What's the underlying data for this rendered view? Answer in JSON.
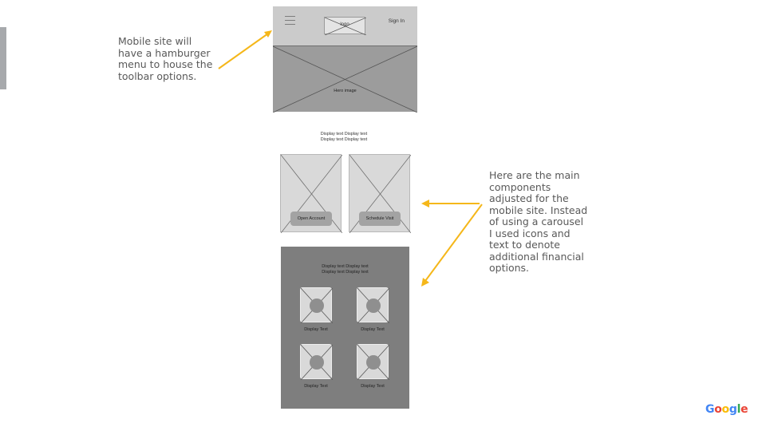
{
  "annotations": {
    "hamburger_note": [
      "Mobile site will",
      "have a hamburger",
      "menu to house the",
      "toolbar options."
    ],
    "components_note": [
      "Here are the main",
      "components",
      "adjusted for the",
      "mobile site. Instead",
      "of using a carousel",
      "I used icons and",
      "text to denote",
      "additional financial",
      "options."
    ]
  },
  "wireframe": {
    "header": {
      "logo": "logo",
      "sign_in": "Sign In"
    },
    "hero": {
      "label": "Hero image"
    },
    "intro_text": [
      "Display text Display text",
      "Display text Display text"
    ],
    "cards": [
      {
        "button": "Open Account"
      },
      {
        "button": "Schedule Visit"
      }
    ],
    "panel": {
      "text": [
        "Display text Display text",
        "Display text Display text"
      ],
      "tiles": [
        {
          "label": "Display Text"
        },
        {
          "label": "Display Text"
        },
        {
          "label": "Display Text"
        },
        {
          "label": "Display Text"
        }
      ]
    }
  },
  "colors": {
    "arrow": "#f5b71a",
    "accent_bar": "#a7a9ac"
  },
  "brand": {
    "letters": [
      "G",
      "o",
      "o",
      "g",
      "l",
      "e"
    ],
    "colors": [
      "#4285f4",
      "#ea4335",
      "#fbbc05",
      "#4285f4",
      "#34a853",
      "#ea4335"
    ]
  }
}
